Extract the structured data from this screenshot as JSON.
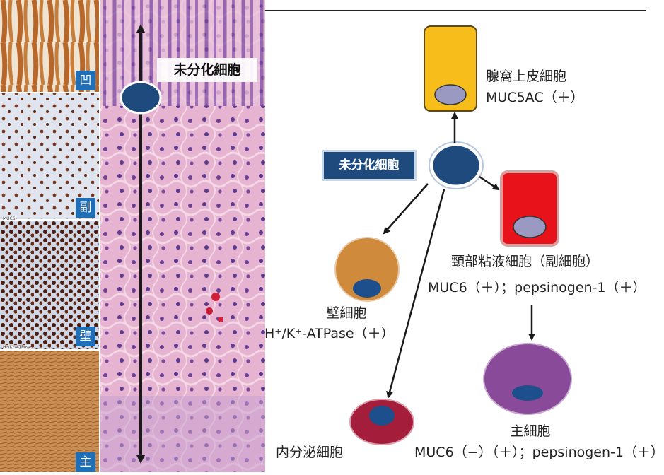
{
  "stain_labels": [
    "凹",
    "副",
    "壁",
    "主"
  ],
  "stain_tiny_labels": [
    "MUC6",
    "H⁺/K⁺-ATPase"
  ],
  "histology_label": "未分化細胞",
  "center_box_label": "未分化細胞",
  "cells": {
    "foveolar": {
      "name": "腺窩上皮細胞",
      "marker": "MUC5AC（＋）"
    },
    "mucous_neck": {
      "name": "頸部粘液細胞（副細胞）",
      "marker": "MUC6（＋）；pepsinogen-1（＋）"
    },
    "parietal": {
      "name": "壁細胞",
      "marker": "H⁺/K⁺-ATPase（＋）"
    },
    "chief": {
      "name": "主細胞",
      "marker": "MUC6（−）（＋）；pepsinogen-1（＋）"
    },
    "endocrine": {
      "name": "内分泌細胞"
    }
  },
  "colors": {
    "stem_nucleus": "#1e4a7d",
    "foveolar": "#f7be1b",
    "mucous_neck": "#e8131a",
    "parietal": "#d08a3c",
    "chief": "#8a4a9a",
    "endocrine": "#a41d3a",
    "nucleus_blue": "#1c4f8c",
    "nucleus_lavender": "#9a99c2",
    "label_box": "#1f6fb8"
  }
}
